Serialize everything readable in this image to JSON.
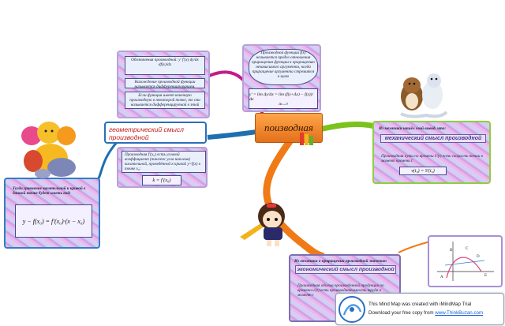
{
  "central_topic": "поизводная",
  "nodes": {
    "definition": {
      "top_text": "Производной функции f(x) называется предел отношения приращения функции к приращению независимого аргумента, когда приращение аргумента стремится к нулю",
      "formula": "y' = lim Δy/Δx = lim (f(x+Δx) − f(x))/Δx",
      "limit_sub": "Δx→0"
    },
    "notation": {
      "panel1": "Обозначения производной: y'    f'(x)    dy/dx    df(x)/dx",
      "panel2": "Нахождение производной функции называется дифференцированием.",
      "panel3": "Если функция имеет конечную производную в некоторой точке, то она называется дифференцируемой в этой точке."
    },
    "geometric": {
      "title": "геометрический смысл производной",
      "text": "Производная f'(x₀) есть угловой коэффициент (тангенс угла наклона) касательной, проведённой к кривой y=f(x) в точке x₀:",
      "formula": "k = f'(x₀)"
    },
    "tangent": {
      "text": "Тогда уравнение касательной к кривой в данной точке будет иметь вид:",
      "formula": "y − f(x₀) = f'(x₀)·(x − x₀)"
    },
    "mechanical": {
      "header": "Из механики нашёл свой вывод, что:",
      "title": "механический смысл производной",
      "text": "Производная пути по времени S'(t) есть скорость точки в момент времени t:",
      "formula": "v(t₀) = S'(t₀)"
    },
    "economic": {
      "header": "Из механики о приращении производной значения:",
      "title": "экономический смысл производной",
      "text": "Производная объема произведенной продукции по времени u'(t) есть производительность труда в момент t"
    },
    "graph": {
      "labels": [
        "B",
        "C",
        "D",
        "E",
        "A"
      ]
    }
  },
  "ad": {
    "line1": "This Mind Map was created with iMindMap Trial",
    "line2_prefix": "Download your free copy from ",
    "line2_link": "www.ThinkBuzan.com"
  },
  "colors": {
    "branch_magenta": "#c41a8a",
    "branch_blue": "#1e6fb0",
    "branch_green": "#7bc21e",
    "branch_orange": "#f07a16",
    "topic_fill": "#f39136",
    "card_border": "#b6a2d8"
  }
}
